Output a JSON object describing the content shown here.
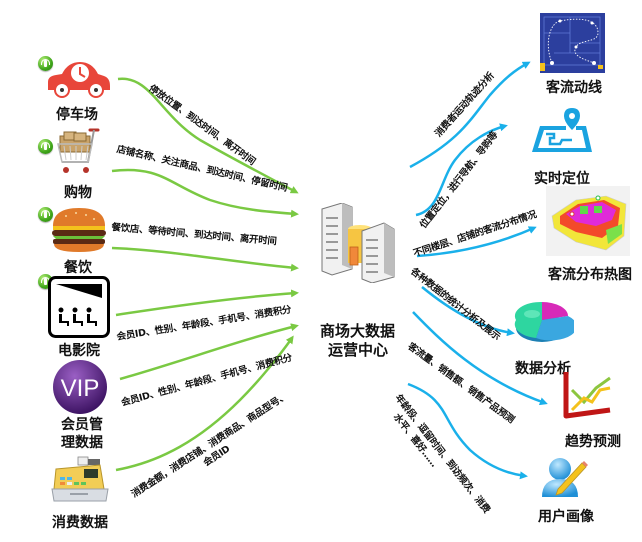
{
  "center": {
    "title_line1": "商场大数据",
    "title_line2": "运营中心"
  },
  "sources": [
    {
      "name": "停车场",
      "icon": "car-clock-icon",
      "flow_label": "停放位置、到达时间、离开时间"
    },
    {
      "name": "购物",
      "icon": "shopping-cart-icon",
      "flow_label": "店铺名称、关注商品、到达时间、停留时间"
    },
    {
      "name": "餐饮",
      "icon": "burger-icon",
      "flow_label": "餐饮店、等待时间、到达时间、离开时间"
    },
    {
      "name": "电影院",
      "icon": "cinema-icon",
      "flow_label": "会员ID、性别、年龄段、手机号、消费积分"
    },
    {
      "name_line1": "会员管",
      "name_line2": "理数据",
      "icon": "vip-icon",
      "icon_text": "VIP",
      "flow_label": "会员ID、性别、年龄段、手机号、消费积分"
    },
    {
      "name": "消费数据",
      "icon": "cash-register-icon",
      "flow_label_line1": "消费金额，消费店铺、消费商品、商品型号、",
      "flow_label_line2": "会员ID"
    }
  ],
  "outputs": [
    {
      "name": "客流动线",
      "icon": "flow-map-icon",
      "flow_label": "消费者运动轨迹分析"
    },
    {
      "name": "实时定位",
      "icon": "location-map-icon",
      "flow_label": "位置定位，进行导航、导购等"
    },
    {
      "name": "客流分布热图",
      "icon": "heatmap-icon",
      "flow_label": "不同楼层、店铺的客流分布情况"
    },
    {
      "name": "数据分析",
      "icon": "pie-chart-icon",
      "flow_label": "各种数据的统计分析及展示"
    },
    {
      "name": "趋势预测",
      "icon": "trend-chart-icon",
      "flow_label": "客流量、销售额、销售产品预测"
    },
    {
      "name": "用户画像",
      "icon": "user-profile-icon",
      "flow_label_line1": "年龄段、逗留时间、到访频次、消费",
      "flow_label_line2": "水平、喜好……"
    }
  ],
  "colors": {
    "input_flow": "#7ac943",
    "output_flow": "#1ab0ea",
    "car": "#e8463a",
    "vip": "#5c2a86"
  }
}
